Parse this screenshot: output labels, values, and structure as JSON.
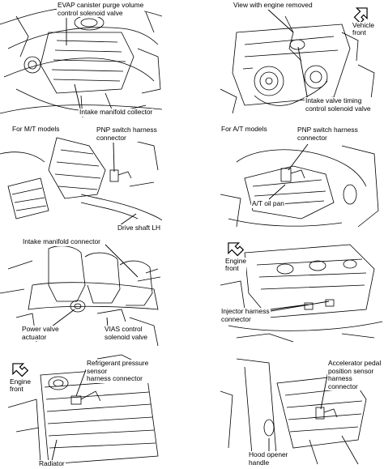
{
  "panels": {
    "p1": {
      "labels": {
        "evap": "EVAP canister purge volume\ncontrol solenoid valve",
        "collector": "Intake manifold collector"
      }
    },
    "p2": {
      "labels": {
        "view": "View with engine removed",
        "ivt": "Intake valve timing\ncontrol solenoid valve"
      },
      "orientation": "Vehicle\nfront"
    },
    "p3": {
      "labels": {
        "models": "For M/T models",
        "pnp": "PNP switch harness\nconnector",
        "driveshaft": "Drive shaft LH"
      }
    },
    "p4": {
      "labels": {
        "models": "For A/T models",
        "pnp": "PNP switch harness\nconnector",
        "oilpan": "A/T oil pan"
      }
    },
    "p5": {
      "labels": {
        "imc": "Intake manifold connector",
        "power": "Power valve\nactuator",
        "vias": "VIAS control\nsolenoid valve"
      }
    },
    "p6": {
      "labels": {
        "injector": "Injector harness\nconnector"
      },
      "orientation": "Engine\nfront"
    },
    "p7": {
      "labels": {
        "refrig": "Refrigerant pressure sensor\nharness connector",
        "radiator": "Radiator"
      },
      "orientation": "Engine\nfront"
    },
    "p8": {
      "labels": {
        "accel": "Accelerator pedal\nposition sensor\nharness connector",
        "hood": "Hood opener\nhandle"
      }
    }
  }
}
